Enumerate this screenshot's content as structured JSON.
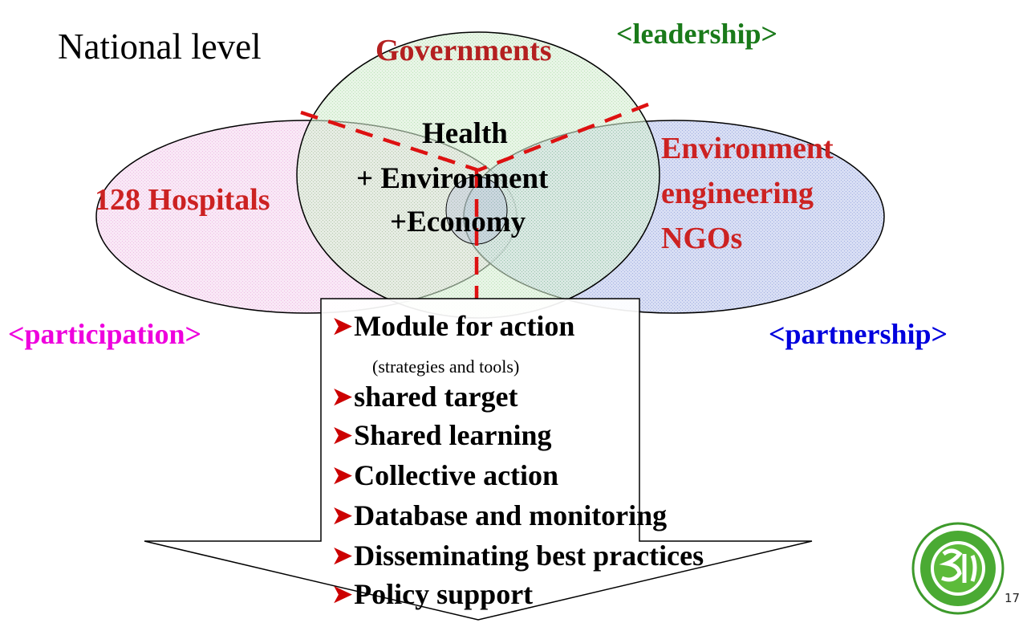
{
  "slide": {
    "title": "National level",
    "page_number": "17"
  },
  "circles": {
    "top": {
      "label": "Governments",
      "role": "<leadership>",
      "color": "#b3e0b0"
    },
    "left": {
      "label": "128 Hospitals",
      "role": "<participation>",
      "color": "#f5c6ea"
    },
    "right": {
      "label_lines": [
        "Environment",
        "engineering",
        "NGOs"
      ],
      "role": "<partnership>",
      "color": "#aab8e8"
    }
  },
  "center": {
    "lines": [
      "Health",
      "+ Environment",
      "+Economy"
    ]
  },
  "colors": {
    "label_red": "#cc2222",
    "leadership_green": "#1a7a1a",
    "participation_magenta": "#ee00dd",
    "partnership_blue": "#0000dd",
    "dashed_line": "#dd1111"
  },
  "actions": {
    "items": [
      "Module for action",
      "shared target",
      "Shared learning",
      "Collective action",
      "Database and monitoring",
      "Disseminating best practices",
      "Policy support"
    ],
    "sub_note": "(strategies and tools)"
  },
  "logo": {
    "icon": "health-promotion-logo"
  }
}
